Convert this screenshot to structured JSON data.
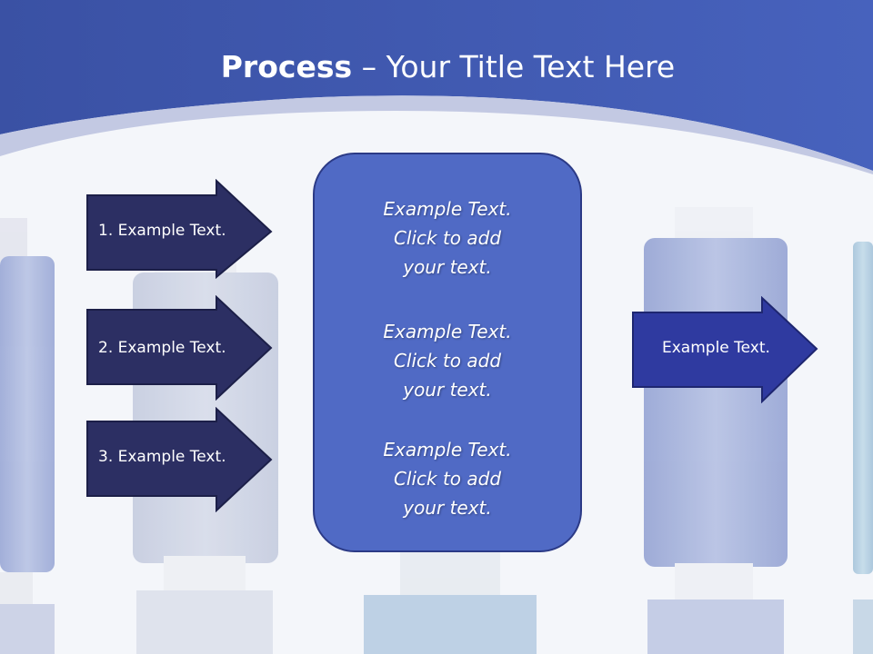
{
  "slide": {
    "title_strong": "Process",
    "title_rest": " – Your Title Text Here"
  },
  "left_arrows": [
    {
      "label": "1. Example Text."
    },
    {
      "label": "2. Example Text."
    },
    {
      "label": "3. Example Text."
    }
  ],
  "center_box": {
    "paragraphs": [
      {
        "line1": "Example Text.",
        "line2": "Click  to add",
        "line3": "your text."
      },
      {
        "line1": "Example Text.",
        "line2": "Click  to add",
        "line3": "your text."
      },
      {
        "line1": "Example Text.",
        "line2": "Click  to add",
        "line3": "your text."
      }
    ]
  },
  "right_arrow": {
    "label": "Example Text."
  },
  "colors": {
    "header_blue": "#3d56ae",
    "dark_arrow": "#2c2f63",
    "right_arrow": "#2f3aa0",
    "center_box": "#506ac5"
  },
  "icons": [
    "thread-spool-image"
  ]
}
